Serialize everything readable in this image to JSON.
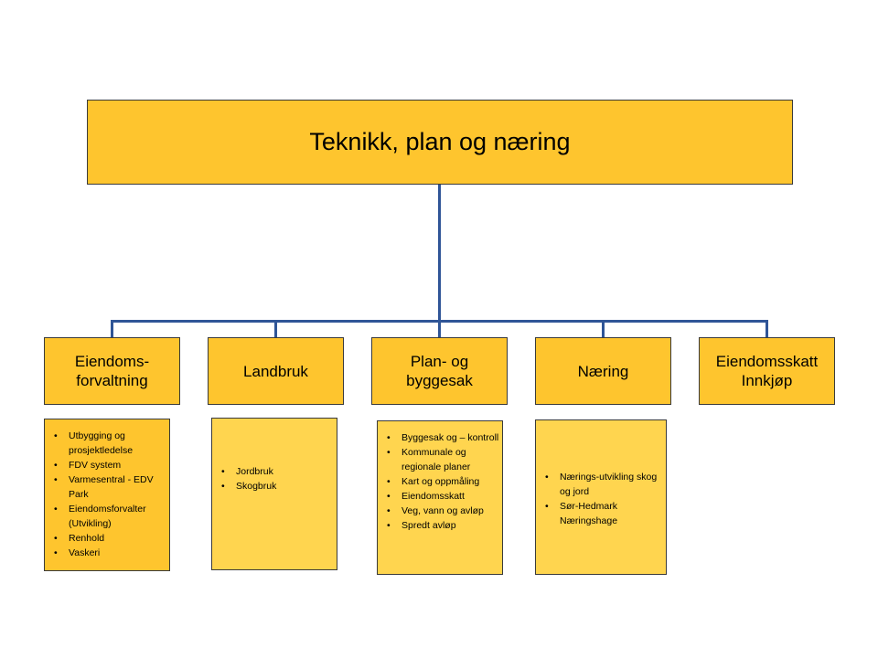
{
  "title": "Teknikk, plan og næring",
  "units": [
    {
      "label": "Eiendoms-\nforvaltning"
    },
    {
      "label": "Landbruk"
    },
    {
      "label": "Plan- og\nbyggesak"
    },
    {
      "label": "Næring"
    },
    {
      "label": "Eiendomsskatt\nInnkjøp"
    }
  ],
  "lists": [
    {
      "items": [
        "Utbygging og prosjektledelse",
        "FDV system",
        "Varmesentral  - EDV Park",
        "Eiendomsforvalter (Utvikling)",
        "Renhold",
        "Vaskeri"
      ]
    },
    {
      "items": [
        "Jordbruk",
        "Skogbruk"
      ]
    },
    {
      "items": [
        "Byggesak og – kontroll",
        "Kommunale og regionale planer",
        "Kart og oppmåling",
        "Eiendomsskatt",
        "Veg, vann og avløp",
        "Spredt avløp"
      ]
    },
    {
      "items": [
        "Nærings-utvikling skog og jord",
        "Sør-Hedmark Næringshage"
      ]
    }
  ],
  "colors": {
    "box_fill": "#fec52e",
    "list_fill": "#ffd54f",
    "connector": "#2f5597"
  }
}
